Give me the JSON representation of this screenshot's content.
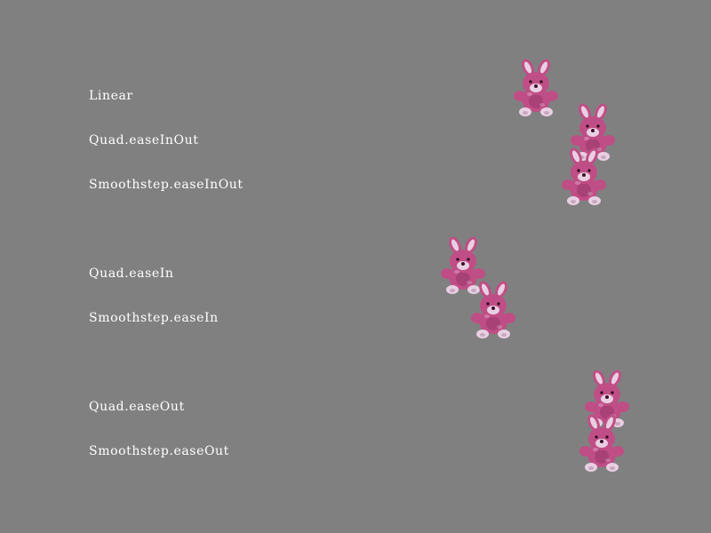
{
  "tweens": [
    {
      "label": "Linear",
      "progress": 0.63
    },
    {
      "label": "Quad.easeInOut",
      "progress": 0.71
    },
    {
      "label": "Smoothstep.easeInOut",
      "progress": 0.69
    },
    {
      "label": "Quad.easeIn",
      "progress": 0.53
    },
    {
      "label": "Smoothstep.easeIn",
      "progress": 0.58
    },
    {
      "label": "Quad.easeOut",
      "progress": 0.74
    },
    {
      "label": "Smoothstep.easeOut",
      "progress": 0.72
    }
  ],
  "sprite": {
    "name": "pink-bunny-plush-sprite",
    "body_color": "#c04e86",
    "light_color": "#e9cfe2"
  },
  "background_color": "#808080"
}
